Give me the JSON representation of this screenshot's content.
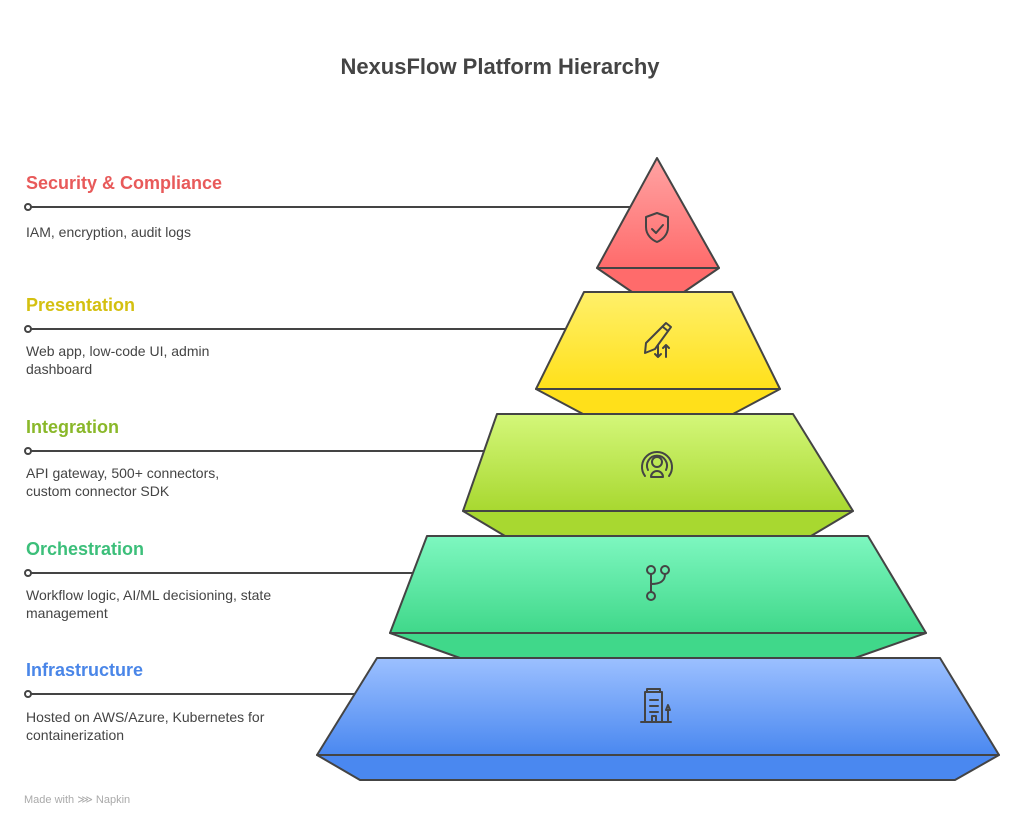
{
  "title": "NexusFlow Platform Hierarchy",
  "levels": [
    {
      "title": "Security & Compliance",
      "desc": "IAM, encryption, audit logs",
      "icon": "shield-check-icon",
      "color": "#e85a5a",
      "fill_top": "#ffa3a3",
      "fill_bottom": "#ff6b6b"
    },
    {
      "title": "Presentation",
      "desc": "Web app, low-code UI, admin dashboard",
      "icon": "pencil-sort-icon",
      "color": "#d4c010",
      "fill_top": "#fff06a",
      "fill_bottom": "#ffe01a"
    },
    {
      "title": "Integration",
      "desc": "API gateway, 500+ connectors, custom connector SDK",
      "icon": "broadcast-user-icon",
      "color": "#8ab82a",
      "fill_top": "#d4f77a",
      "fill_bottom": "#a8d830"
    },
    {
      "title": "Orchestration",
      "desc": "Workflow logic, AI/ML decisioning, state management",
      "icon": "git-branch-icon",
      "color": "#3cbf7a",
      "fill_top": "#7ef7c0",
      "fill_bottom": "#40d88a"
    },
    {
      "title": "Infrastructure",
      "desc": "Hosted on AWS/Azure, Kubernetes for containerization",
      "icon": "building-icon",
      "color": "#4a86e8",
      "fill_top": "#9cc0ff",
      "fill_bottom": "#4a88f0"
    }
  ],
  "footer": "Made with ⋙ Napkin"
}
